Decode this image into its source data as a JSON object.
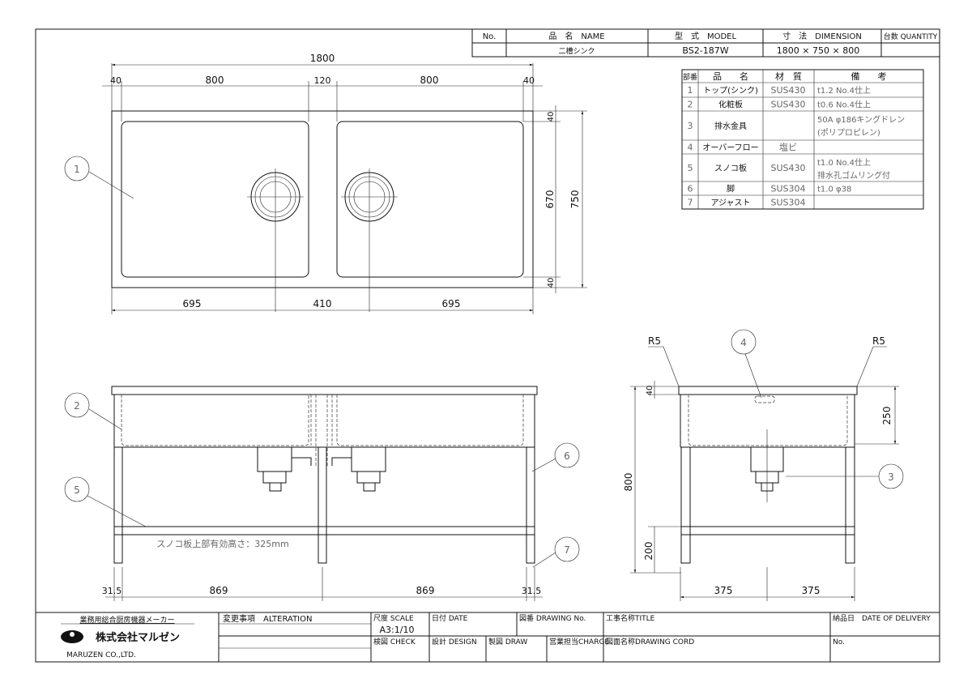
{
  "header": {
    "cols": [
      "No.",
      "品　名　NAME",
      "型　式　MODEL",
      "寸　法　DIMENSION",
      "台数 QUANTITY"
    ],
    "row": {
      "no": "",
      "name": "二槽シンク",
      "model": "BS2-187W",
      "dimension": "1800 × 750 × 800",
      "quantity": ""
    }
  },
  "parts": {
    "cols": [
      "部番",
      "品　　名",
      "材　質",
      "備　　考"
    ],
    "rows": [
      {
        "no": "1",
        "name": "トップ(シンク)",
        "material": "SUS430",
        "notes": [
          "t1.2 No.4仕上"
        ]
      },
      {
        "no": "2",
        "name": "化粧板",
        "material": "SUS430",
        "notes": [
          "t0.6 No.4仕上"
        ]
      },
      {
        "no": "3",
        "name": "排水金具",
        "material": "",
        "notes": [
          "50A φ186キングドレン",
          "(ポリプロピレン)"
        ]
      },
      {
        "no": "4",
        "name": "オーバーフロー",
        "material": "塩ビ",
        "notes": [
          ""
        ]
      },
      {
        "no": "5",
        "name": "スノコ板",
        "material": "SUS430",
        "notes": [
          "t1.0 No.4仕上",
          "排水孔ゴムリング付"
        ]
      },
      {
        "no": "6",
        "name": "脚",
        "material": "SUS304",
        "notes": [
          "t1.0 φ38"
        ]
      },
      {
        "no": "7",
        "name": "アジャスト",
        "material": "SUS304",
        "notes": [
          ""
        ]
      }
    ]
  },
  "plan": {
    "total": "1800",
    "segments": [
      "40",
      "800",
      "120",
      "800",
      "40"
    ],
    "bottom": [
      "695",
      "410",
      "695"
    ],
    "right": [
      "40",
      "670",
      "40"
    ],
    "depth": "750"
  },
  "front": {
    "note": "スノコ板上部有効高さ：325mm",
    "bottom": [
      "31.5",
      "869",
      "869",
      "31.5"
    ]
  },
  "side": {
    "r_left": "R5",
    "r_right": "R5",
    "height": "800",
    "rim": "40",
    "bowl": "250",
    "shelf": "200",
    "bottom": [
      "375",
      "375"
    ]
  },
  "balloons": [
    "1",
    "2",
    "3",
    "4",
    "5",
    "6",
    "7"
  ],
  "title_block": {
    "maker_tagline": "業務用総合厨房機器メーカー",
    "company_jp": "株式会社マルゼン",
    "company_en": "MARUZEN CO.,LTD.",
    "alteration": "変更事項　ALTERATION",
    "scale_label": "尺度 SCALE",
    "scale_value": "A3:1/10",
    "date": "日付 DATE",
    "drawing_no": "図番 DRAWING No.",
    "title": "工事名称TITLE",
    "delivery": "納品日　DATE OF DELIVERY",
    "check": "検図 CHECK",
    "design": "設計 DESIGN",
    "draw": "製図 DRAW",
    "charge": "営業担当CHARGE",
    "drawing_cord": "図面名称DRAWING CORD",
    "no": "No."
  }
}
